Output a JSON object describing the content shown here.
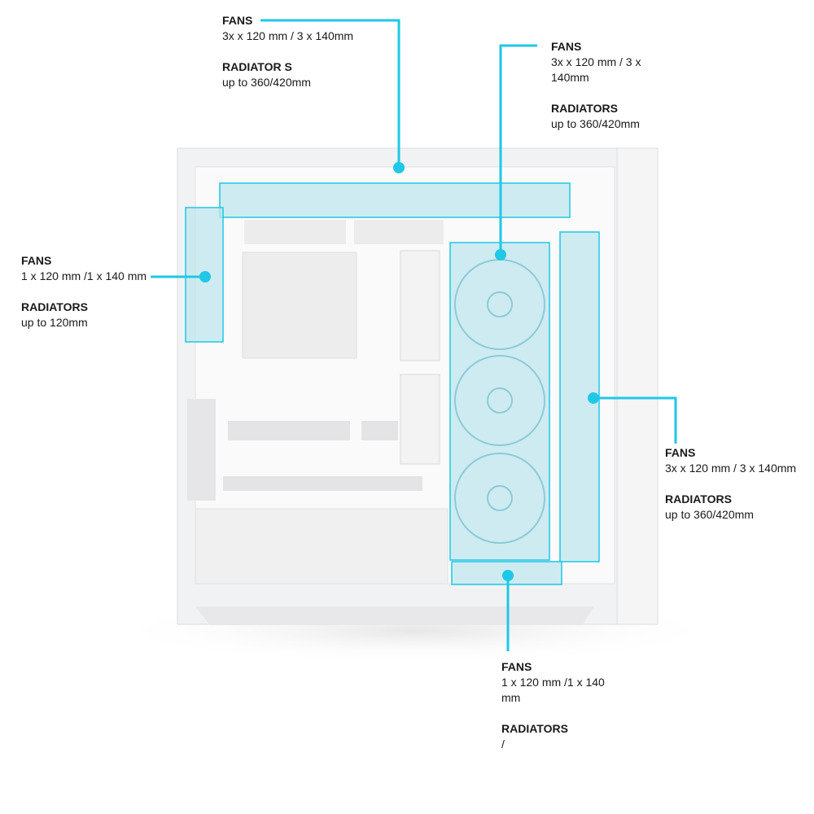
{
  "accent_color": "#1ec8e6",
  "callouts": {
    "top": {
      "fans_label": "FANS",
      "fans_value": "3x x 120 mm / 3 x 140mm",
      "rad_label": "RADIATOR S",
      "rad_value": "up to  360/420mm"
    },
    "front": {
      "fans_label": "FANS",
      "fans_value_1": "3x x 120 mm / 3 x",
      "fans_value_2": "140mm",
      "rad_label": "RADIATORS",
      "rad_value": "up to  360/420mm"
    },
    "rear": {
      "fans_label": "FANS",
      "fans_value": "1 x 120 mm /1 x 140 mm",
      "rad_label": "RADIATORS",
      "rad_value": "up to 120mm"
    },
    "side": {
      "fans_label": "FANS",
      "fans_value": "3x x 120 mm / 3 x 140mm",
      "rad_label": "RADIATORS",
      "rad_value": "up to  360/420mm"
    },
    "bottom": {
      "fans_label": "FANS",
      "fans_value_1": "1 x 120 mm /1 x 140",
      "fans_value_2": "mm",
      "rad_label": "RADIATORS",
      "rad_value": "/"
    }
  }
}
